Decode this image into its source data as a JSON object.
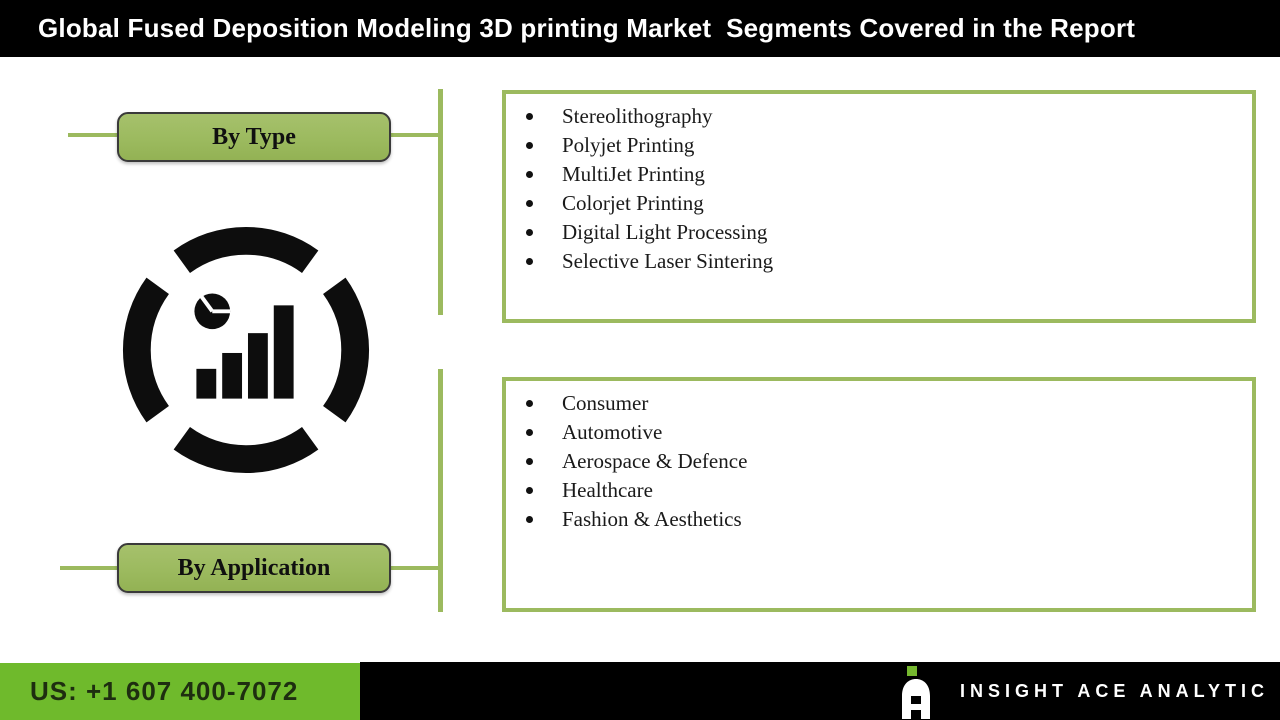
{
  "header": {
    "title": "Global Fused Deposition Modeling 3D printing Market  Segments Covered in the Report"
  },
  "labels": {
    "by_type": "By Type",
    "by_application": "By Application"
  },
  "boxes": {
    "type": {
      "items": [
        "Stereolithography",
        "Polyjet Printing",
        "MultiJet Printing",
        "Colorjet Printing",
        "Digital Light Processing",
        "Selective Laser Sintering"
      ]
    },
    "application": {
      "items": [
        "Consumer",
        "Automotive",
        "Aerospace & Defence",
        "Healthcare",
        "Fashion & Aesthetics"
      ]
    }
  },
  "footer": {
    "phone": "US: +1 607 400-7072",
    "brand": "INSIGHT ACE ANALYTIC"
  },
  "icons": {
    "market_chart": "segmented-ring-with-bar-and-pie-chart",
    "brand_mark": "stylized-letter-A-with-green-dot"
  },
  "colors": {
    "accent_green": "#9CBA5F",
    "bright_green": "#6FBA2C",
    "header_black": "#000000",
    "phone_text": "#1E2E10"
  }
}
